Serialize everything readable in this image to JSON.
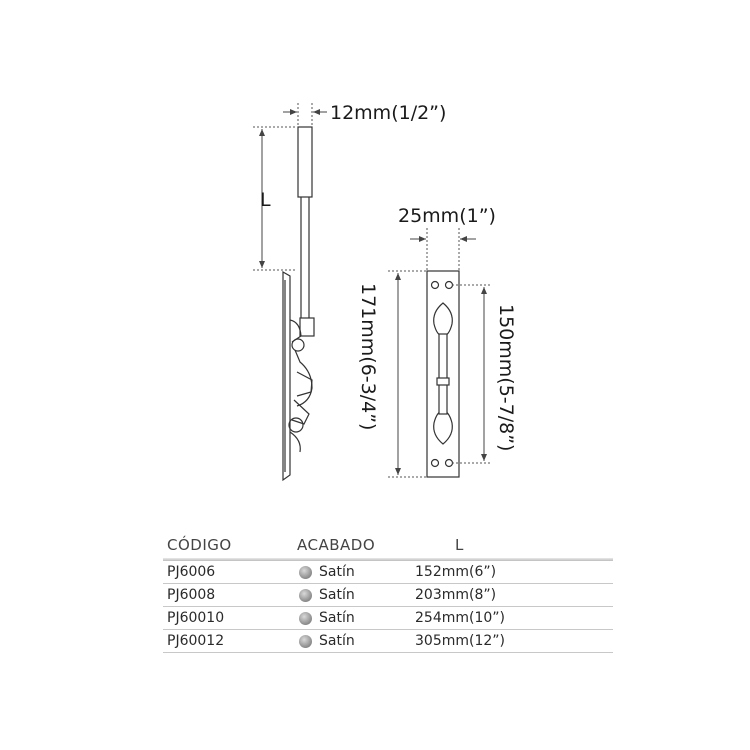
{
  "dimensions": {
    "rod_width": "12mm(1/2”)",
    "rod_length": "L",
    "plate_width": "25mm(1”)",
    "plate_height_total": "171mm(6-3/4”)",
    "hole_spacing": "150mm(5-7/8”)"
  },
  "table": {
    "headers": {
      "code": "CÓDIGO",
      "finish": "ACABADO",
      "length": "L"
    },
    "rows": [
      {
        "code": "PJ6006",
        "finish": "Satín",
        "length": "152mm(6”)"
      },
      {
        "code": "PJ6008",
        "finish": "Satín",
        "length": "203mm(8”)"
      },
      {
        "code": "PJ60010",
        "finish": "Satín",
        "length": "254mm(10”)"
      },
      {
        "code": "PJ60012",
        "finish": "Satín",
        "length": "305mm(12”)"
      }
    ]
  },
  "colors": {
    "line": "#333333",
    "dim_line": "#555555",
    "swatch": "#9a9a9a"
  }
}
